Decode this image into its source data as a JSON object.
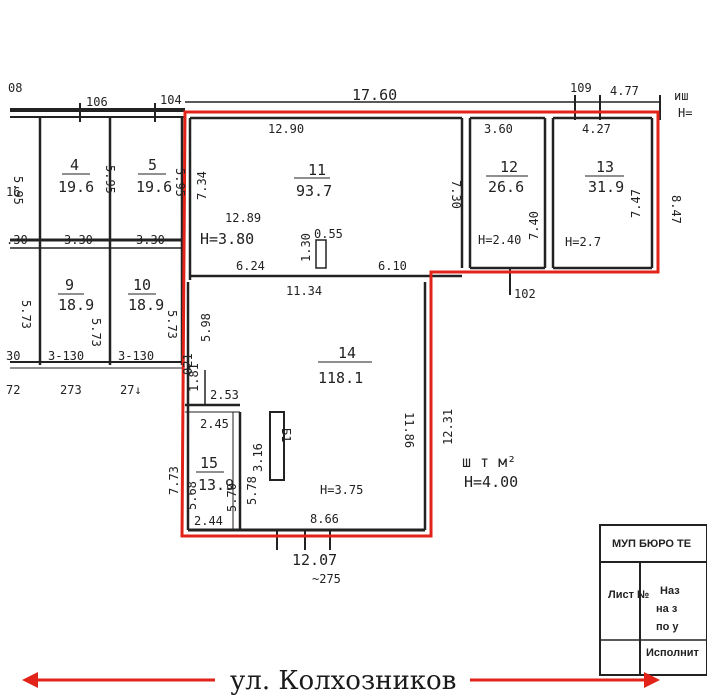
{
  "top_labels": {
    "l08": "08",
    "l106": "106",
    "l104": "104",
    "l1760": "17.60",
    "l109": "109",
    "l477": "4.77",
    "lfrag": "иш",
    "lH": "Н="
  },
  "rooms": [
    {
      "num": "4",
      "area": "19.6"
    },
    {
      "num": "5",
      "area": "19.6"
    },
    {
      "num": "9",
      "area": "18.9"
    },
    {
      "num": "10",
      "area": "18.9"
    },
    {
      "num": "11",
      "area": "93.7"
    },
    {
      "num": "12",
      "area": "26.6"
    },
    {
      "num": "13",
      "area": "31.9"
    },
    {
      "num": "14",
      "area": "118.1"
    },
    {
      "num": "15",
      "area": "13.9"
    }
  ],
  "dims": {
    "d1290": "12.90",
    "d734": "7.34",
    "d1289": "12.89",
    "dH380": "Н=3.80",
    "d730": "7.30",
    "d360": "3.60",
    "d427": "4.27",
    "d740": "7.40",
    "d747": "7.47",
    "d847": "8.47",
    "dH240": "Н=2.40",
    "dH27": "Н=2.7",
    "d130": "1.30",
    "d055": "0.55",
    "d624": "6.24",
    "d610": "6.10",
    "d1134": "11.34",
    "d102": "102",
    "d598": "5.98",
    "d1231": "12.31",
    "d1186": "11.86",
    "d021": "021",
    "d181": "1.81",
    "d253": "2.53",
    "d245": "2.45",
    "d316": "3.16",
    "d773": "7.73",
    "d568": "5.68",
    "d570": "5.70",
    "d578": "5.78",
    "d244": "2.44",
    "d866": "8.66",
    "dH375": "Н=3.75",
    "d1207": "12.07",
    "d275": "~275",
    "dH400": "Н=4.00",
    "dsq": "ш т м²",
    "db1": "Б1",
    "d595a": "5.95",
    "d595b": "5.95",
    "d595c": "5.95",
    "d16": "16",
    "d330a": ".30",
    "d330b": "3.30",
    "d330c": "3.30",
    "d573a": "5.73",
    "d573b": "5.73",
    "d573c": "5.73",
    "d30a": "30",
    "d130a": "3-130",
    "d130b": "3-130",
    "d72": "72",
    "d273": "273",
    "d274": "27↓"
  },
  "stamp": {
    "header": "МУП БЮРО ТЕ",
    "col1": "Лист №",
    "col2a": "Наз",
    "col2b": "на з",
    "col2c": "по у",
    "row_bottom": "Исполнит"
  },
  "street": "ул. Колхозников",
  "colors": {
    "ink": "#222222",
    "outline": "#e2231a"
  }
}
